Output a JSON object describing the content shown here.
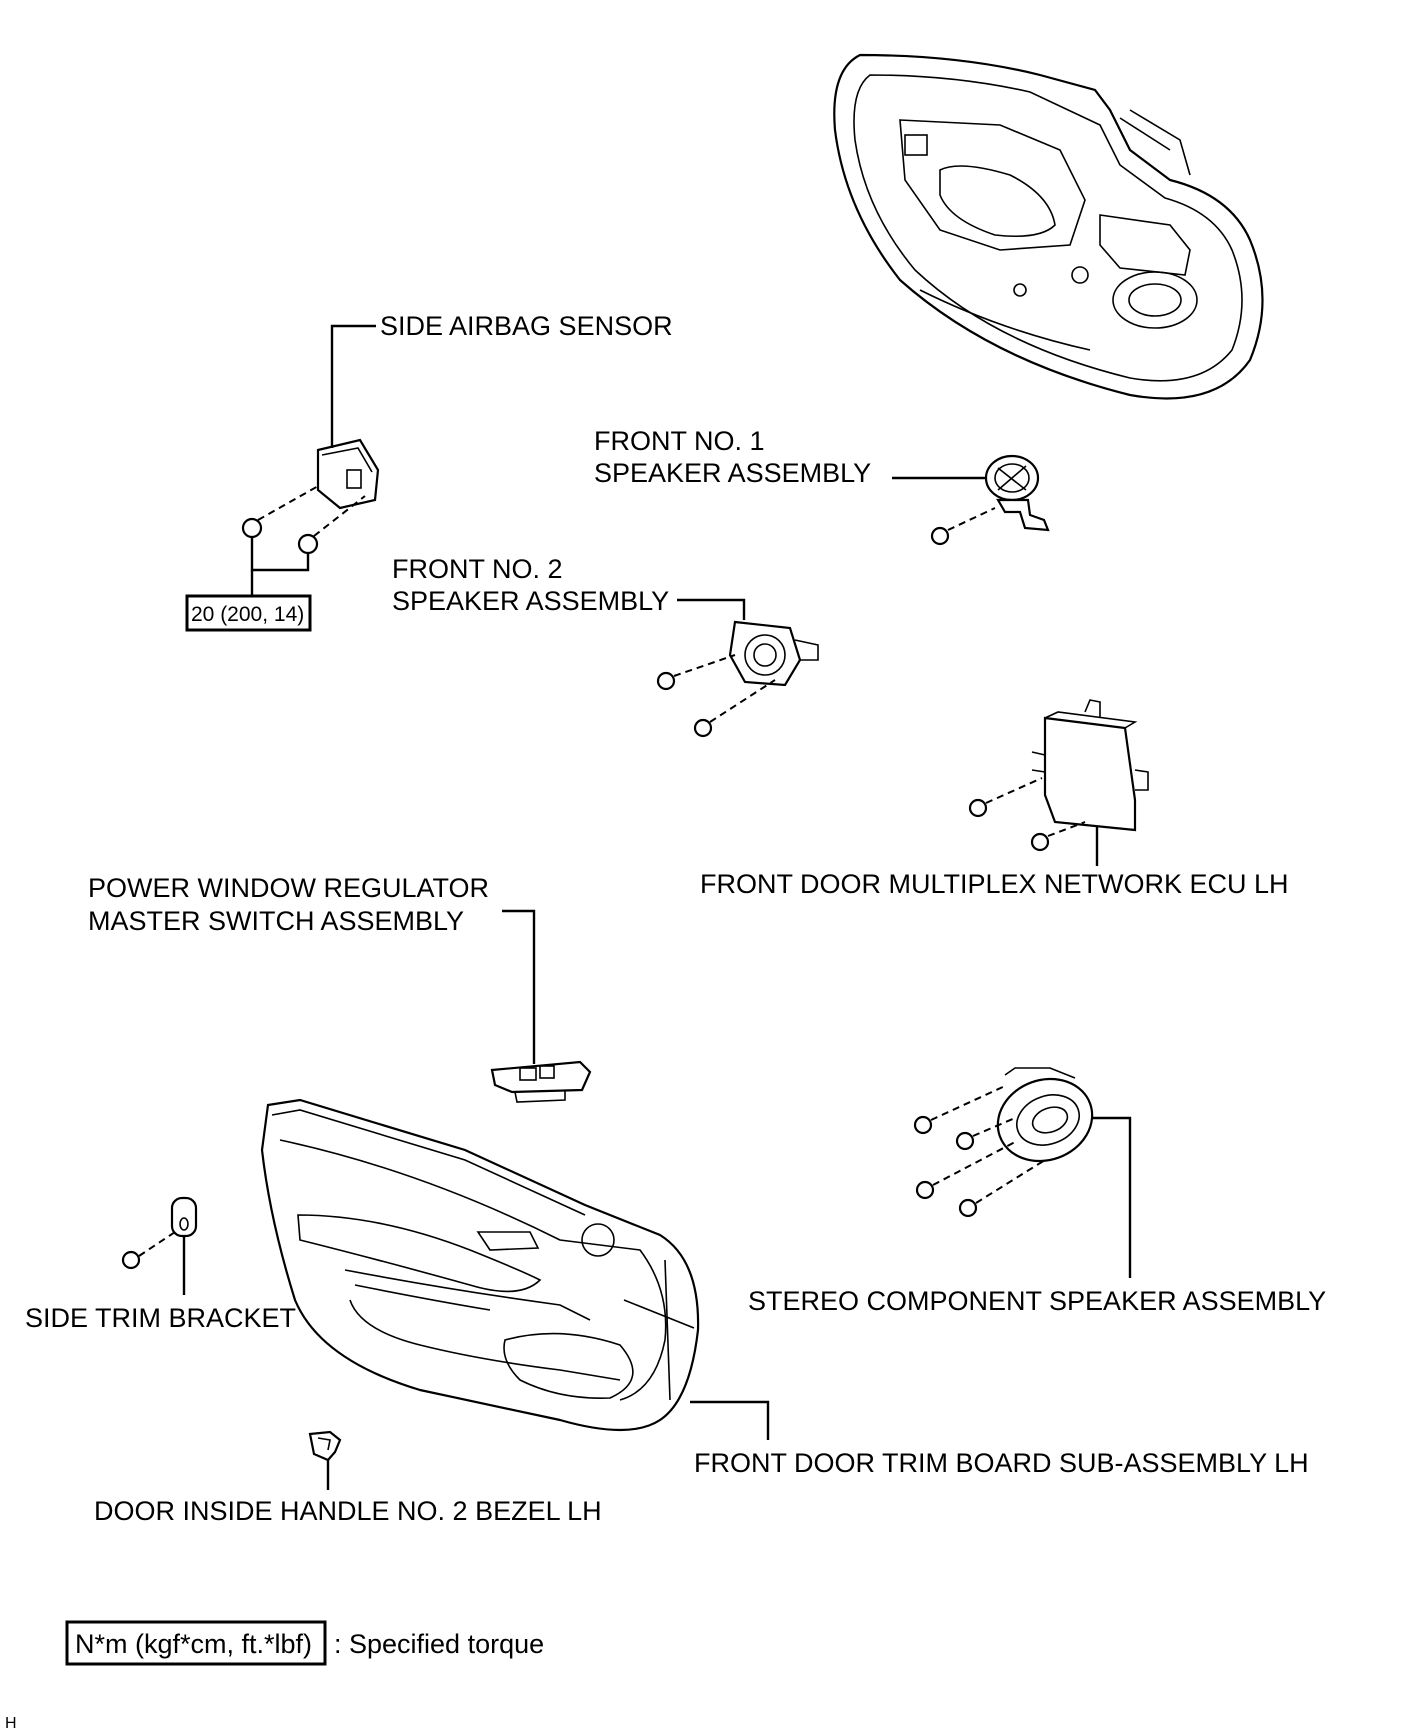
{
  "labels": {
    "side_airbag_sensor": "SIDE AIRBAG SENSOR",
    "torque_value": "20 (200, 14)",
    "front_no1_line1": "FRONT NO. 1",
    "front_no1_line2": "SPEAKER ASSEMBLY",
    "front_no2_line1": "FRONT NO. 2",
    "front_no2_line2": "SPEAKER ASSEMBLY",
    "multiplex_ecu": "FRONT DOOR MULTIPLEX NETWORK ECU LH",
    "power_window_line1": "POWER WINDOW REGULATOR",
    "power_window_line2": "MASTER SWITCH ASSEMBLY",
    "stereo_speaker": "STEREO COMPONENT SPEAKER ASSEMBLY",
    "side_trim_bracket": "SIDE TRIM BRACKET",
    "trim_board": "FRONT DOOR TRIM BOARD SUB-ASSEMBLY LH",
    "inside_handle_bezel": "DOOR INSIDE HANDLE NO. 2 BEZEL LH"
  },
  "legend": {
    "torque_unit": "N*m (kgf*cm, ft.*lbf)",
    "description": ": Specified torque"
  },
  "corner_mark": "H"
}
